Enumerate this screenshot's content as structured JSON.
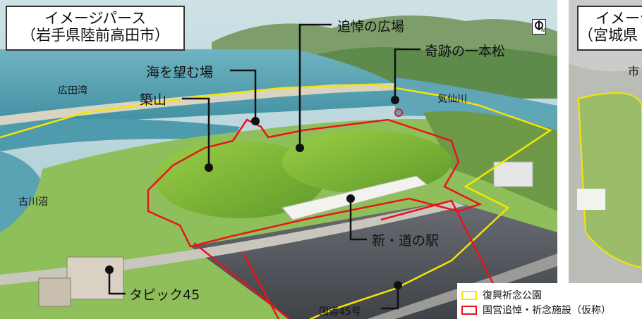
{
  "main_panel": {
    "title_line1": "イメージパース",
    "title_line2": "（岩手県陸前高田市）",
    "labels": {
      "memorial_plaza": "追悼の広場",
      "miracle_pine": "奇跡の一本松",
      "sea_view": "海を望む場",
      "hill": "築山",
      "hirota_bay": "広田湾",
      "kesen_river": "気仙川",
      "furukawa_pond": "古川沼",
      "new_station": "新・道の駅",
      "tapic": "タピック45",
      "route45": "国道45号"
    }
  },
  "side_panel": {
    "title_line1": "イメージ",
    "title_line2": "（宮城県",
    "label_city": "市"
  },
  "compass_label": "N",
  "legend": {
    "items": [
      {
        "label": "復興祈念公園",
        "color": "#f5e600"
      },
      {
        "label": "国営追悼・祈念施設（仮称）",
        "color": "#e8141c"
      }
    ]
  },
  "colors": {
    "park_boundary": "#f5e600",
    "facility_boundary": "#e8141c",
    "sea": "#4f9fb0",
    "grass": "#7ab23a"
  }
}
